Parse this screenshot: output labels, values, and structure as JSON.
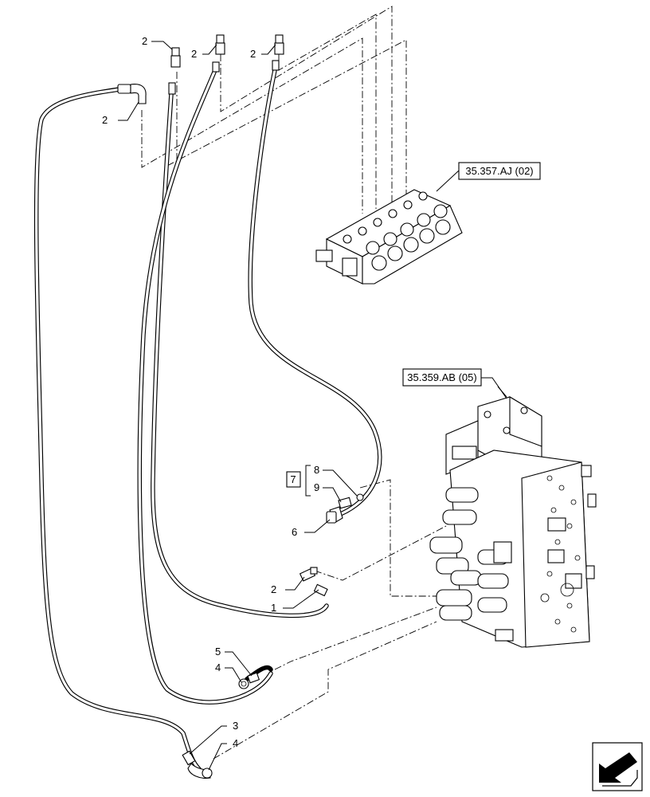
{
  "references": {
    "valve_block_top": "35.357.AJ (02)",
    "control_valve": "35.359.AB (05)"
  },
  "kit_box": "7",
  "callouts": {
    "c2_top_left": "2",
    "c2_top_mid": "2",
    "c2_top_right": "2",
    "c2_left_elbow": "2",
    "c8": "8",
    "c9": "9",
    "c6": "6",
    "c2_lower": "2",
    "c1": "1",
    "c5": "5",
    "c4_mid": "4",
    "c3": "3",
    "c4_bottom": "4"
  },
  "icons": {
    "nav_arrow": "next-page-arrow-icon"
  }
}
